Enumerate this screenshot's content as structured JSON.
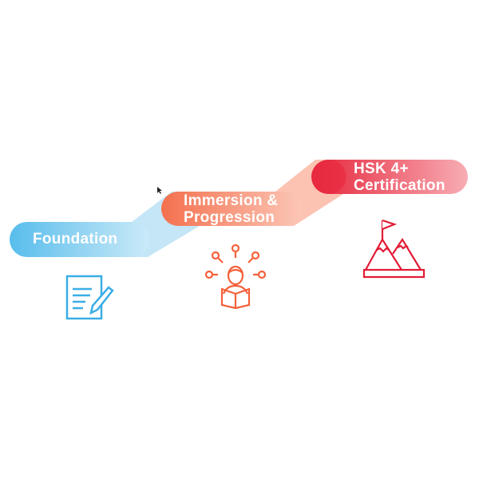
{
  "steps": [
    {
      "label": "Foundation",
      "icon": "document-pencil-icon",
      "color": "#4bb8ea"
    },
    {
      "label_line1": "Immersion &",
      "label_line2": "Progression",
      "icon": "reader-ideas-icon",
      "color": "#f5603a"
    },
    {
      "label_line1": "HSK 4+",
      "label_line2": "Certification",
      "icon": "mountain-flag-icon",
      "color": "#e21b35"
    }
  ]
}
